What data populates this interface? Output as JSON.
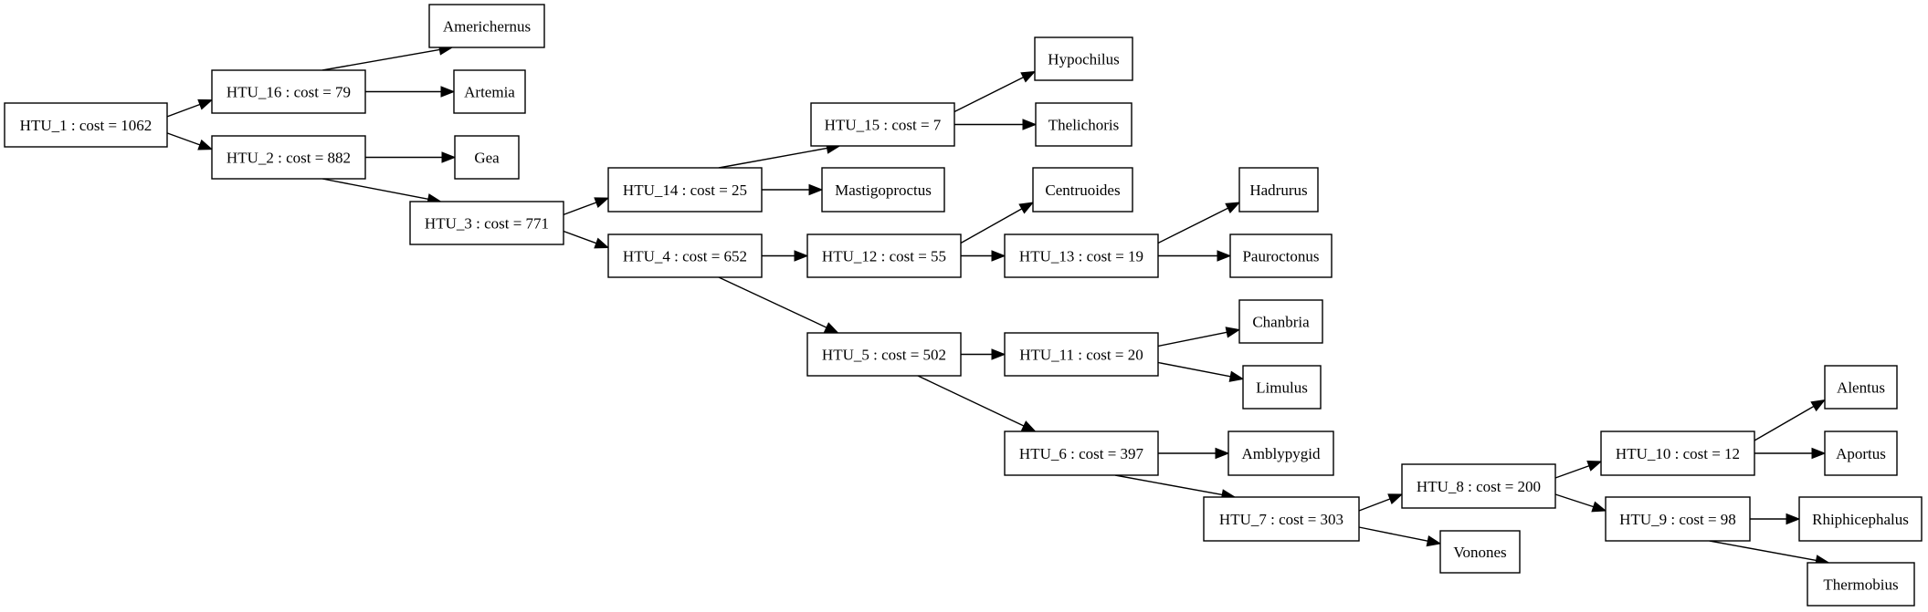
{
  "diagram": {
    "type": "tree",
    "nodes": [
      {
        "id": "HTU_1",
        "label": "HTU_1 : cost = 1062"
      },
      {
        "id": "HTU_16",
        "label": "HTU_16 : cost = 79"
      },
      {
        "id": "HTU_2",
        "label": "HTU_2 : cost = 882"
      },
      {
        "id": "Americhernus",
        "label": "Americhernus"
      },
      {
        "id": "Artemia",
        "label": "Artemia"
      },
      {
        "id": "Gea",
        "label": "Gea"
      },
      {
        "id": "HTU_3",
        "label": "HTU_3 : cost = 771"
      },
      {
        "id": "HTU_14",
        "label": "HTU_14 : cost = 25"
      },
      {
        "id": "HTU_4",
        "label": "HTU_4 : cost = 652"
      },
      {
        "id": "HTU_15",
        "label": "HTU_15 : cost = 7"
      },
      {
        "id": "Mastigoproctus",
        "label": "Mastigoproctus"
      },
      {
        "id": "Hypochilus",
        "label": "Hypochilus"
      },
      {
        "id": "Thelichoris",
        "label": "Thelichoris"
      },
      {
        "id": "HTU_12",
        "label": "HTU_12 : cost = 55"
      },
      {
        "id": "HTU_5",
        "label": "HTU_5 : cost = 502"
      },
      {
        "id": "Centruoides",
        "label": "Centruoides"
      },
      {
        "id": "HTU_13",
        "label": "HTU_13 : cost = 19"
      },
      {
        "id": "Hadrurus",
        "label": "Hadrurus"
      },
      {
        "id": "Pauroctonus",
        "label": "Pauroctonus"
      },
      {
        "id": "HTU_11",
        "label": "HTU_11 : cost = 20"
      },
      {
        "id": "HTU_6",
        "label": "HTU_6 : cost = 397"
      },
      {
        "id": "Chanbria",
        "label": "Chanbria"
      },
      {
        "id": "Limulus",
        "label": "Limulus"
      },
      {
        "id": "Amblypygid",
        "label": "Amblypygid"
      },
      {
        "id": "HTU_7",
        "label": "HTU_7 : cost = 303"
      },
      {
        "id": "HTU_8",
        "label": "HTU_8 : cost = 200"
      },
      {
        "id": "Vonones",
        "label": "Vonones"
      },
      {
        "id": "HTU_10",
        "label": "HTU_10 : cost = 12"
      },
      {
        "id": "HTU_9",
        "label": "HTU_9 : cost = 98"
      },
      {
        "id": "Alentus",
        "label": "Alentus"
      },
      {
        "id": "Aportus",
        "label": "Aportus"
      },
      {
        "id": "Rhiphicephalus",
        "label": "Rhiphicephalus"
      },
      {
        "id": "Thermobius",
        "label": "Thermobius"
      }
    ],
    "edges": [
      {
        "from": "HTU_1",
        "to": "HTU_16"
      },
      {
        "from": "HTU_1",
        "to": "HTU_2"
      },
      {
        "from": "HTU_16",
        "to": "Americhernus"
      },
      {
        "from": "HTU_16",
        "to": "Artemia"
      },
      {
        "from": "HTU_2",
        "to": "Gea"
      },
      {
        "from": "HTU_2",
        "to": "HTU_3"
      },
      {
        "from": "HTU_3",
        "to": "HTU_14"
      },
      {
        "from": "HTU_3",
        "to": "HTU_4"
      },
      {
        "from": "HTU_14",
        "to": "HTU_15"
      },
      {
        "from": "HTU_14",
        "to": "Mastigoproctus"
      },
      {
        "from": "HTU_15",
        "to": "Hypochilus"
      },
      {
        "from": "HTU_15",
        "to": "Thelichoris"
      },
      {
        "from": "HTU_4",
        "to": "HTU_12"
      },
      {
        "from": "HTU_4",
        "to": "HTU_5"
      },
      {
        "from": "HTU_12",
        "to": "Centruoides"
      },
      {
        "from": "HTU_12",
        "to": "HTU_13"
      },
      {
        "from": "HTU_13",
        "to": "Hadrurus"
      },
      {
        "from": "HTU_13",
        "to": "Pauroctonus"
      },
      {
        "from": "HTU_5",
        "to": "HTU_11"
      },
      {
        "from": "HTU_5",
        "to": "HTU_6"
      },
      {
        "from": "HTU_11",
        "to": "Chanbria"
      },
      {
        "from": "HTU_11",
        "to": "Limulus"
      },
      {
        "from": "HTU_6",
        "to": "Amblypygid"
      },
      {
        "from": "HTU_6",
        "to": "HTU_7"
      },
      {
        "from": "HTU_7",
        "to": "HTU_8"
      },
      {
        "from": "HTU_7",
        "to": "Vonones"
      },
      {
        "from": "HTU_8",
        "to": "HTU_10"
      },
      {
        "from": "HTU_8",
        "to": "HTU_9"
      },
      {
        "from": "HTU_10",
        "to": "Alentus"
      },
      {
        "from": "HTU_10",
        "to": "Aportus"
      },
      {
        "from": "HTU_9",
        "to": "Rhiphicephalus"
      },
      {
        "from": "HTU_9",
        "to": "Thermobius"
      }
    ]
  }
}
